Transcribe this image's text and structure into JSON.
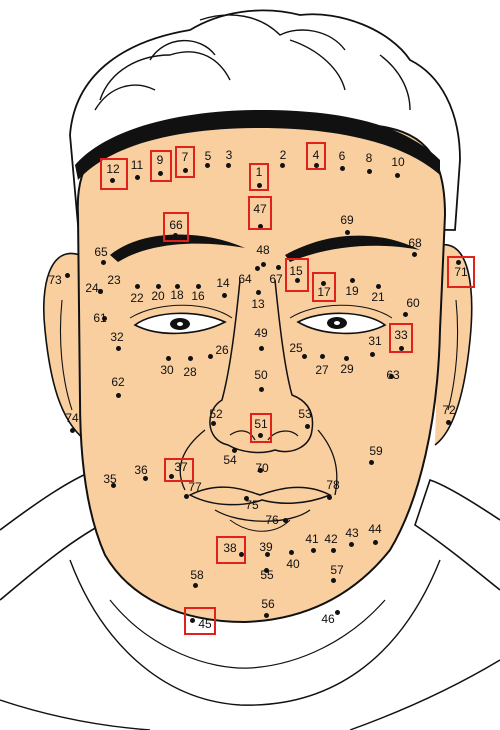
{
  "colors": {
    "skin": "#f9cfa0",
    "outline": "#111111",
    "highlight": "#e0211c"
  },
  "points": [
    {
      "n": "1",
      "hl": true
    },
    {
      "n": "2",
      "hl": false
    },
    {
      "n": "3",
      "hl": false
    },
    {
      "n": "4",
      "hl": true
    },
    {
      "n": "5",
      "hl": false
    },
    {
      "n": "6",
      "hl": false
    },
    {
      "n": "7",
      "hl": true
    },
    {
      "n": "8",
      "hl": false
    },
    {
      "n": "9",
      "hl": true
    },
    {
      "n": "10",
      "hl": false
    },
    {
      "n": "11",
      "hl": false
    },
    {
      "n": "12",
      "hl": true
    },
    {
      "n": "13",
      "hl": false
    },
    {
      "n": "14",
      "hl": false
    },
    {
      "n": "15",
      "hl": true
    },
    {
      "n": "16",
      "hl": false
    },
    {
      "n": "17",
      "hl": true
    },
    {
      "n": "18",
      "hl": false
    },
    {
      "n": "19",
      "hl": false
    },
    {
      "n": "20",
      "hl": false
    },
    {
      "n": "21",
      "hl": false
    },
    {
      "n": "22",
      "hl": false
    },
    {
      "n": "23",
      "hl": false
    },
    {
      "n": "24",
      "hl": false
    },
    {
      "n": "24",
      "hl": false
    },
    {
      "n": "25",
      "hl": false
    },
    {
      "n": "26",
      "hl": false
    },
    {
      "n": "27",
      "hl": false
    },
    {
      "n": "28",
      "hl": false
    },
    {
      "n": "29",
      "hl": false
    },
    {
      "n": "30",
      "hl": false
    },
    {
      "n": "31",
      "hl": false
    },
    {
      "n": "32",
      "hl": false
    },
    {
      "n": "33",
      "hl": true
    },
    {
      "n": "35",
      "hl": false
    },
    {
      "n": "36",
      "hl": false
    },
    {
      "n": "37",
      "hl": true
    },
    {
      "n": "38",
      "hl": true
    },
    {
      "n": "39",
      "hl": false
    },
    {
      "n": "40",
      "hl": false
    },
    {
      "n": "41",
      "hl": false
    },
    {
      "n": "42",
      "hl": false
    },
    {
      "n": "43",
      "hl": false
    },
    {
      "n": "44",
      "hl": false
    },
    {
      "n": "45",
      "hl": true
    },
    {
      "n": "46",
      "hl": false
    },
    {
      "n": "47",
      "hl": true
    },
    {
      "n": "48",
      "hl": false
    },
    {
      "n": "49",
      "hl": false
    },
    {
      "n": "50",
      "hl": false
    },
    {
      "n": "51",
      "hl": true
    },
    {
      "n": "52",
      "hl": false
    },
    {
      "n": "53",
      "hl": false
    },
    {
      "n": "54",
      "hl": false
    },
    {
      "n": "55",
      "hl": false
    },
    {
      "n": "56",
      "hl": false
    },
    {
      "n": "57",
      "hl": false
    },
    {
      "n": "58",
      "hl": false
    },
    {
      "n": "59",
      "hl": false
    },
    {
      "n": "60",
      "hl": false
    },
    {
      "n": "61",
      "hl": false
    },
    {
      "n": "62",
      "hl": false
    },
    {
      "n": "63",
      "hl": false
    },
    {
      "n": "64",
      "hl": false
    },
    {
      "n": "65",
      "hl": false
    },
    {
      "n": "66",
      "hl": true
    },
    {
      "n": "67",
      "hl": false
    },
    {
      "n": "68",
      "hl": false
    },
    {
      "n": "69",
      "hl": false
    },
    {
      "n": "70",
      "hl": false
    },
    {
      "n": "71",
      "hl": true
    },
    {
      "n": "72",
      "hl": false
    },
    {
      "n": "73",
      "hl": false
    },
    {
      "n": "74",
      "hl": false
    },
    {
      "n": "75",
      "hl": false
    },
    {
      "n": "76",
      "hl": false
    },
    {
      "n": "77",
      "hl": false
    },
    {
      "n": "78",
      "hl": false
    }
  ]
}
